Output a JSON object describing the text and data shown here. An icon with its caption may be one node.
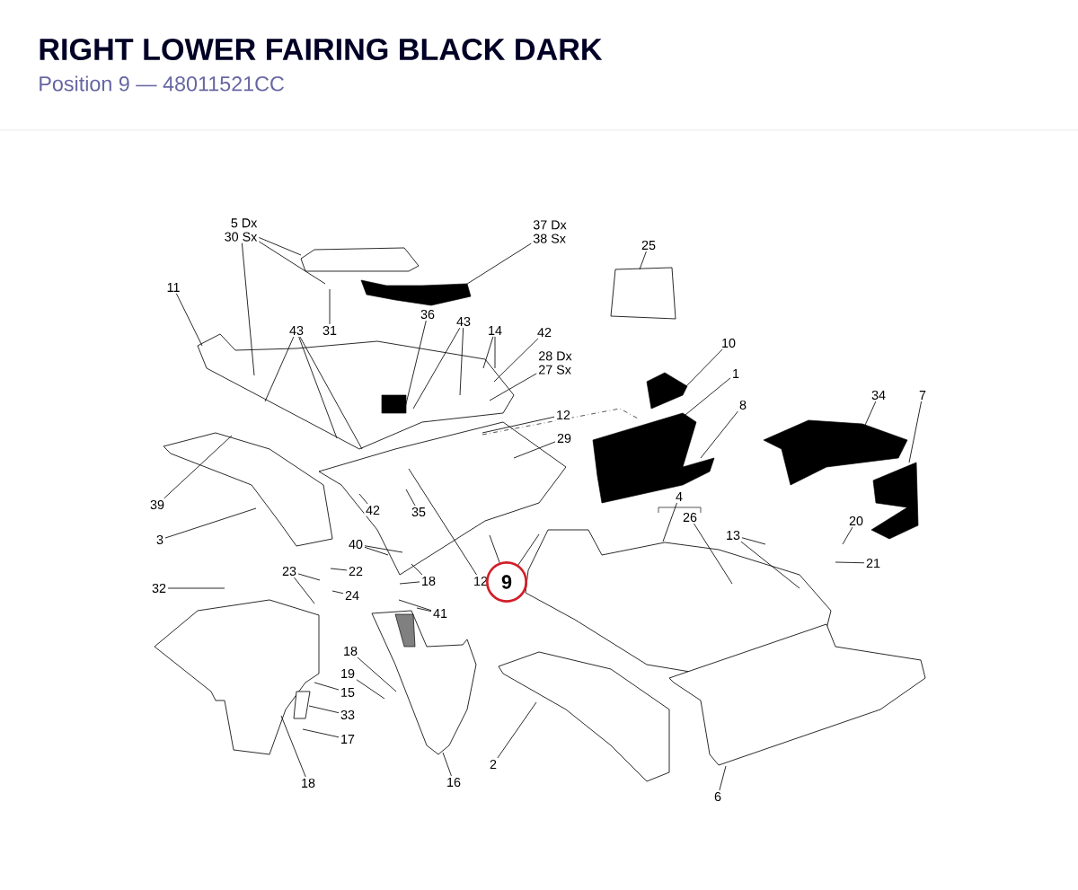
{
  "diagram": {
    "title": "RIGHT LOWER FAIRING BLACK DARK",
    "caption": "Position 9 — 48011521CC",
    "nodes": [
      {
        "text": [
          "5 Dx",
          "30 Sx"
        ]
      },
      {
        "text": [
          "37 Dx",
          "38 Sx"
        ]
      },
      {
        "text": [
          "25"
        ]
      },
      {
        "text": [
          "11"
        ]
      },
      {
        "text": [
          "31"
        ]
      },
      {
        "text": [
          "43"
        ]
      },
      {
        "text": [
          "36"
        ]
      },
      {
        "text": [
          "43"
        ]
      },
      {
        "text": [
          "14"
        ]
      },
      {
        "text": [
          "42"
        ]
      },
      {
        "text": [
          "28 Dx",
          "27 Sx"
        ]
      },
      {
        "text": [
          "10"
        ]
      },
      {
        "text": [
          "1"
        ]
      },
      {
        "text": [
          "8"
        ]
      },
      {
        "text": [
          "34"
        ]
      },
      {
        "text": [
          "7"
        ]
      },
      {
        "text": [
          "12"
        ]
      },
      {
        "text": [
          "29"
        ]
      },
      {
        "text": [
          "39"
        ]
      },
      {
        "text": [
          "42"
        ]
      },
      {
        "text": [
          "35"
        ]
      },
      {
        "text": [
          "3"
        ]
      },
      {
        "text": [
          "4"
        ]
      },
      {
        "text": [
          "26"
        ]
      },
      {
        "text": [
          "13"
        ]
      },
      {
        "text": [
          "20"
        ]
      },
      {
        "text": [
          "40"
        ]
      },
      {
        "text": [
          "22"
        ]
      },
      {
        "text": [
          "23"
        ]
      },
      {
        "text": [
          "24"
        ]
      },
      {
        "text": [
          "18"
        ]
      },
      {
        "text": [
          "12"
        ]
      },
      {
        "text": [
          "9"
        ]
      },
      {
        "text": [
          "21"
        ]
      },
      {
        "text": [
          "32"
        ]
      },
      {
        "text": [
          "41"
        ]
      },
      {
        "text": [
          "18"
        ]
      },
      {
        "text": [
          "19"
        ]
      },
      {
        "text": [
          "15"
        ]
      },
      {
        "text": [
          "33"
        ]
      },
      {
        "text": [
          "17"
        ]
      },
      {
        "text": [
          "2"
        ]
      },
      {
        "text": [
          "18"
        ]
      },
      {
        "text": [
          "16"
        ]
      },
      {
        "text": [
          "6"
        ]
      }
    ],
    "edges": [
      {
        "from": 0,
        "to": null,
        "arrow": "none"
      },
      {
        "from": 0,
        "to": null,
        "arrow": "none"
      },
      {
        "from": 0,
        "to": null,
        "arrow": "none"
      },
      {
        "from": 1,
        "to": null,
        "arrow": "none"
      },
      {
        "from": 2,
        "to": null,
        "arrow": "none"
      },
      {
        "from": 3,
        "to": null,
        "arrow": "none"
      },
      {
        "from": 4,
        "to": null,
        "arrow": "none"
      },
      {
        "from": 5,
        "to": null,
        "arrow": "none"
      },
      {
        "from": 5,
        "to": null,
        "arrow": "none"
      },
      {
        "from": 5,
        "to": null,
        "arrow": "none"
      },
      {
        "from": 6,
        "to": null,
        "arrow": "none"
      },
      {
        "from": 7,
        "to": null,
        "arrow": "none"
      },
      {
        "from": 7,
        "to": null,
        "arrow": "none"
      },
      {
        "from": 8,
        "to": null,
        "arrow": "none"
      },
      {
        "from": 8,
        "to": null,
        "arrow": "none"
      },
      {
        "from": 9,
        "to": null,
        "arrow": "none"
      },
      {
        "from": 10,
        "to": null,
        "arrow": "none"
      },
      {
        "from": 11,
        "to": null,
        "arrow": "none"
      },
      {
        "from": 12,
        "to": null,
        "arrow": "none"
      },
      {
        "from": 13,
        "to": null,
        "arrow": "none"
      },
      {
        "from": 14,
        "to": null,
        "arrow": "none"
      },
      {
        "from": 15,
        "to": null,
        "arrow": "none"
      },
      {
        "from": 16,
        "to": null,
        "arrow": "none"
      },
      {
        "from": 17,
        "to": null,
        "arrow": "none"
      },
      {
        "from": 18,
        "to": null,
        "arrow": "none"
      },
      {
        "from": 19,
        "to": null,
        "arrow": "none"
      },
      {
        "from": 20,
        "to": null,
        "arrow": "none"
      },
      {
        "from": 21,
        "to": null,
        "arrow": "none"
      },
      {
        "from": 22,
        "to": null,
        "arrow": "none"
      },
      {
        "from": 23,
        "to": null,
        "arrow": "none"
      },
      {
        "from": 24,
        "to": null,
        "arrow": "none"
      },
      {
        "from": 24,
        "to": null,
        "arrow": "none"
      },
      {
        "from": 25,
        "to": null,
        "arrow": "none"
      },
      {
        "from": 26,
        "to": null,
        "arrow": "none"
      },
      {
        "from": 26,
        "to": null,
        "arrow": "none"
      },
      {
        "from": 27,
        "to": null,
        "arrow": "none"
      },
      {
        "from": 28,
        "to": null,
        "arrow": "none"
      },
      {
        "from": 28,
        "to": null,
        "arrow": "none"
      },
      {
        "from": 29,
        "to": null,
        "arrow": "none"
      },
      {
        "from": 30,
        "to": null,
        "arrow": "none"
      },
      {
        "from": 30,
        "to": null,
        "arrow": "none"
      },
      {
        "from": 31,
        "to": null,
        "arrow": "none"
      },
      {
        "from": 32,
        "to": null,
        "arrow": "none"
      },
      {
        "from": 32,
        "to": null,
        "arrow": "none"
      },
      {
        "from": 33,
        "to": null,
        "arrow": "none"
      },
      {
        "from": 34,
        "to": null,
        "arrow": "none"
      },
      {
        "from": 35,
        "to": null,
        "arrow": "none"
      },
      {
        "from": 35,
        "to": null,
        "arrow": "none"
      },
      {
        "from": 36,
        "to": null,
        "arrow": "none"
      },
      {
        "from": 37,
        "to": null,
        "arrow": "none"
      },
      {
        "from": 38,
        "to": null,
        "arrow": "none"
      },
      {
        "from": 39,
        "to": null,
        "arrow": "none"
      },
      {
        "from": 40,
        "to": null,
        "arrow": "none"
      },
      {
        "from": 41,
        "to": null,
        "arrow": "none"
      },
      {
        "from": 42,
        "to": null,
        "arrow": "none"
      },
      {
        "from": 43,
        "to": null,
        "arrow": "none"
      },
      {
        "from": 44,
        "to": null,
        "arrow": "none"
      }
    ]
  }
}
